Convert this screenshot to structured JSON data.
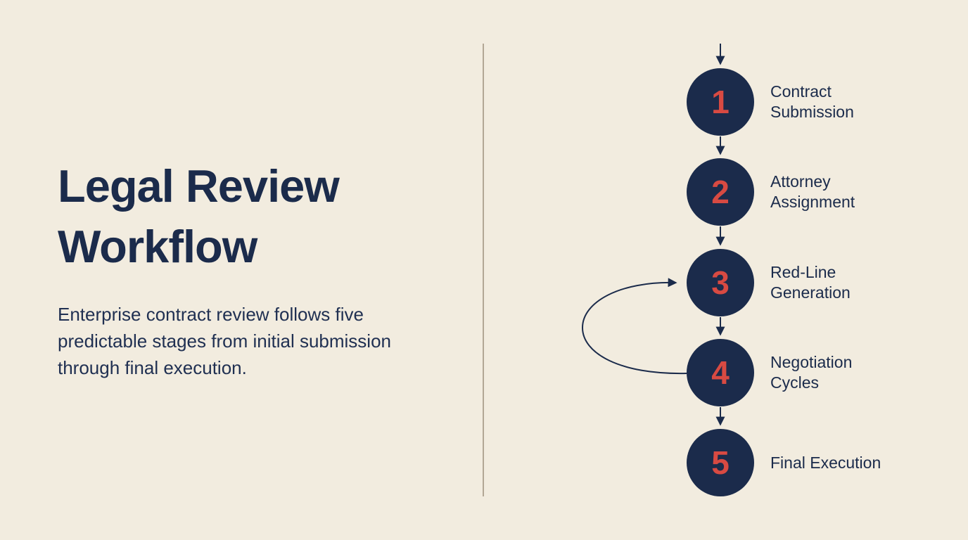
{
  "page": {
    "title": "Legal Review Workflow",
    "subtitle": "Enterprise contract review follows five predictable stages from initial submission through final execution."
  },
  "colors": {
    "background": "#f2ecdf",
    "navy": "#1b2b4b",
    "accent_red": "#d84a42",
    "divider": "#b3a795"
  },
  "diagram": {
    "type": "vertical-flowchart",
    "loopback": "Negotiation Cycles loops back to Red-Line Generation"
  },
  "steps": [
    {
      "number": "1",
      "label": "Contract Submission"
    },
    {
      "number": "2",
      "label": "Attorney Assignment"
    },
    {
      "number": "3",
      "label": "Red-Line Generation"
    },
    {
      "number": "4",
      "label": "Negotiation Cycles"
    },
    {
      "number": "5",
      "label": "Final Execution"
    }
  ]
}
